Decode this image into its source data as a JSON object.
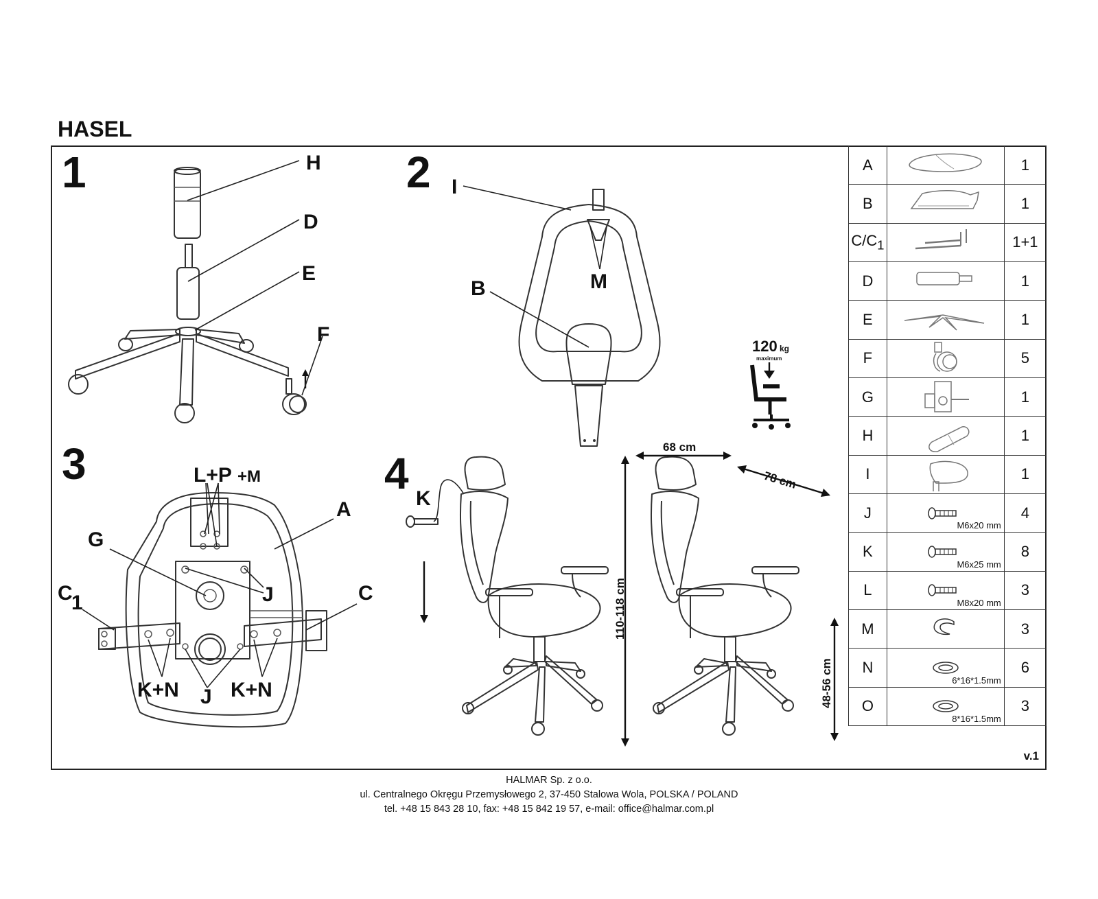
{
  "title": "HASEL",
  "steps": {
    "s1": "1",
    "s2": "2",
    "s3": "3",
    "s4": "4"
  },
  "callouts": {
    "step1": [
      "H",
      "D",
      "E",
      "F"
    ],
    "step2": [
      "I",
      "M",
      "B"
    ],
    "step3": [
      "L+P",
      "+M",
      "A",
      "G",
      "J",
      "C",
      "1",
      "C",
      "K+N",
      "J",
      "K+N"
    ],
    "step4": [
      "K"
    ]
  },
  "weight": {
    "value": "120",
    "unit": "kg",
    "caption": "maximum"
  },
  "dimensions": {
    "width": "68 cm",
    "depth": "78 cm",
    "height": "110-118 cm",
    "seat_height": "48-56 cm"
  },
  "parts": [
    {
      "id": "A",
      "icon": "seat-cushion-icon",
      "qty": "1"
    },
    {
      "id": "B",
      "icon": "backrest-icon",
      "qty": "1"
    },
    {
      "id": "C/C",
      "id_sub": "1",
      "icon": "armrest-bracket-icon",
      "qty": "1+1"
    },
    {
      "id": "D",
      "icon": "gas-lift-icon",
      "qty": "1"
    },
    {
      "id": "E",
      "icon": "star-base-icon",
      "qty": "1"
    },
    {
      "id": "F",
      "icon": "caster-wheel-icon",
      "qty": "5"
    },
    {
      "id": "G",
      "icon": "mechanism-icon",
      "qty": "1"
    },
    {
      "id": "H",
      "icon": "lift-cover-icon",
      "qty": "1"
    },
    {
      "id": "I",
      "icon": "headrest-icon",
      "qty": "1"
    },
    {
      "id": "J",
      "icon": "screw-icon",
      "spec": "M6x20 mm",
      "qty": "4"
    },
    {
      "id": "K",
      "icon": "screw-icon",
      "spec": "M6x25 mm",
      "qty": "8"
    },
    {
      "id": "L",
      "icon": "screw-icon",
      "spec": "M8x20 mm",
      "qty": "3"
    },
    {
      "id": "M",
      "icon": "clip-ring-icon",
      "qty": "3"
    },
    {
      "id": "N",
      "icon": "washer-icon",
      "spec": "6*16*1.5mm",
      "qty": "6"
    },
    {
      "id": "O",
      "icon": "washer-icon",
      "spec": "8*16*1.5mm",
      "qty": "3"
    }
  ],
  "version": "v.1",
  "footer": {
    "company": "HALMAR Sp. z o.o.",
    "address": "ul. Centralnego Okręgu Przemysłowego 2, 37-450 Stalowa Wola, POLSKA / POLAND",
    "contact": "tel. +48 15 843 28 10, fax: +48 15 842 19 57, e-mail: office@halmar.com.pl"
  }
}
